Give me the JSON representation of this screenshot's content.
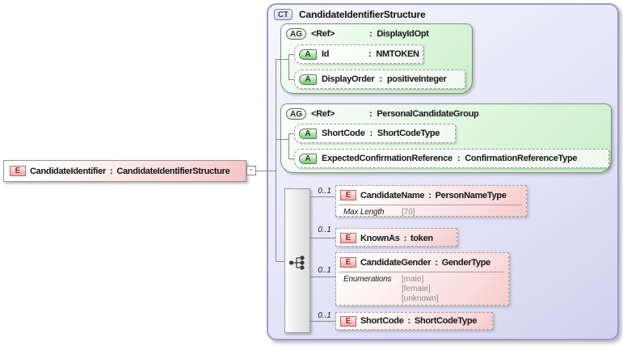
{
  "colon": ":",
  "root_element": {
    "badge": "E",
    "name": "CandidateIdentifier",
    "type": "CandidateIdentifierStructure"
  },
  "expander": {
    "glyph": "-"
  },
  "complex_type": {
    "badge": "CT",
    "title": "CandidateIdentifierStructure",
    "attribute_groups": [
      {
        "badge": "AG",
        "ref": "<Ref>",
        "name": "DisplayIdOpt",
        "attributes": [
          {
            "badge": "A",
            "name": "Id",
            "type": "NMTOKEN"
          },
          {
            "badge": "A",
            "name": "DisplayOrder",
            "type": "positiveInteger"
          }
        ]
      },
      {
        "badge": "AG",
        "ref": "<Ref>",
        "name": "PersonalCandidateGroup",
        "attributes": [
          {
            "badge": "A",
            "name": "ShortCode",
            "type": "ShortCodeType"
          },
          {
            "badge": "A",
            "name": "ExpectedConfirmationReference",
            "type": "ConfirmationReferenceType"
          }
        ]
      }
    ],
    "sequence": {
      "compositor": "sequence",
      "children": [
        {
          "badge": "E",
          "occurs": "0..1",
          "name": "CandidateName",
          "type": "PersonNameType",
          "facet": {
            "label": "Max Length",
            "values": [
              "[70]"
            ]
          }
        },
        {
          "badge": "E",
          "occurs": "0..1",
          "name": "KnownAs",
          "type": "token"
        },
        {
          "badge": "E",
          "occurs": "0..1",
          "name": "CandidateGender",
          "type": "GenderType",
          "facet": {
            "label": "Enumerations",
            "values": [
              "[male]",
              "[female]",
              "[unknown]"
            ]
          }
        },
        {
          "badge": "E",
          "occurs": "0..1",
          "name": "ShortCode",
          "type": "ShortCodeType"
        }
      ]
    }
  },
  "colors": {
    "element_accent": "#c06060",
    "attribute_accent": "#4f7f4f",
    "container_accent": "#9a9ac8",
    "connector": "#8a8a8a"
  }
}
